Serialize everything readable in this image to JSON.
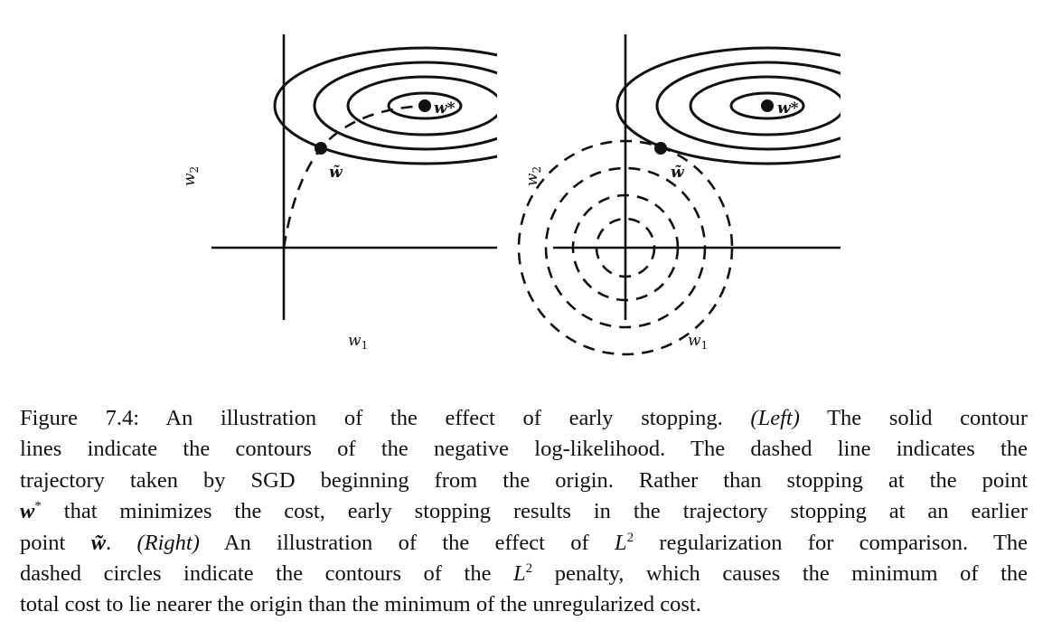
{
  "figure": {
    "left_panel": {
      "x_axis_label": "w",
      "x_axis_sub": "1",
      "y_axis_label": "w",
      "y_axis_sub": "2",
      "optimum_label": "w*",
      "stop_label": "w̃"
    },
    "right_panel": {
      "x_axis_label": "w",
      "x_axis_sub": "1",
      "y_axis_label": "w",
      "y_axis_sub": "2",
      "optimum_label": "w*",
      "stop_label": "w̃"
    }
  },
  "caption": {
    "fig_number": "Figure 7.4:",
    "l1_a": "An illustration of the effect of early stopping.",
    "l1_left": "(Left)",
    "l1_b": "The solid contour",
    "l2": "lines indicate the contours of the negative log-likelihood. The dashed line indicates the",
    "l3": "trajectory taken by SGD beginning from the origin. Rather than stopping at the point",
    "l4_w": "w",
    "l4_star": "*",
    "l4_b": "that minimizes the cost, early stopping results in the trajectory stopping at an earlier",
    "l5_a": "point",
    "l5_w": "w̃",
    "l5_dot": ".",
    "l5_right": "(Right)",
    "l5_b": "An illustration of the effect of",
    "l5_L": "L",
    "l5_sup": "2",
    "l5_c": "regularization for comparison. The",
    "l6_a": "dashed circles indicate the contours of the",
    "l6_L": "L",
    "l6_sup": "2",
    "l6_b": "penalty, which causes the minimum of the",
    "l7": "total cost to lie nearer the origin than the minimum of the unregularized cost."
  }
}
